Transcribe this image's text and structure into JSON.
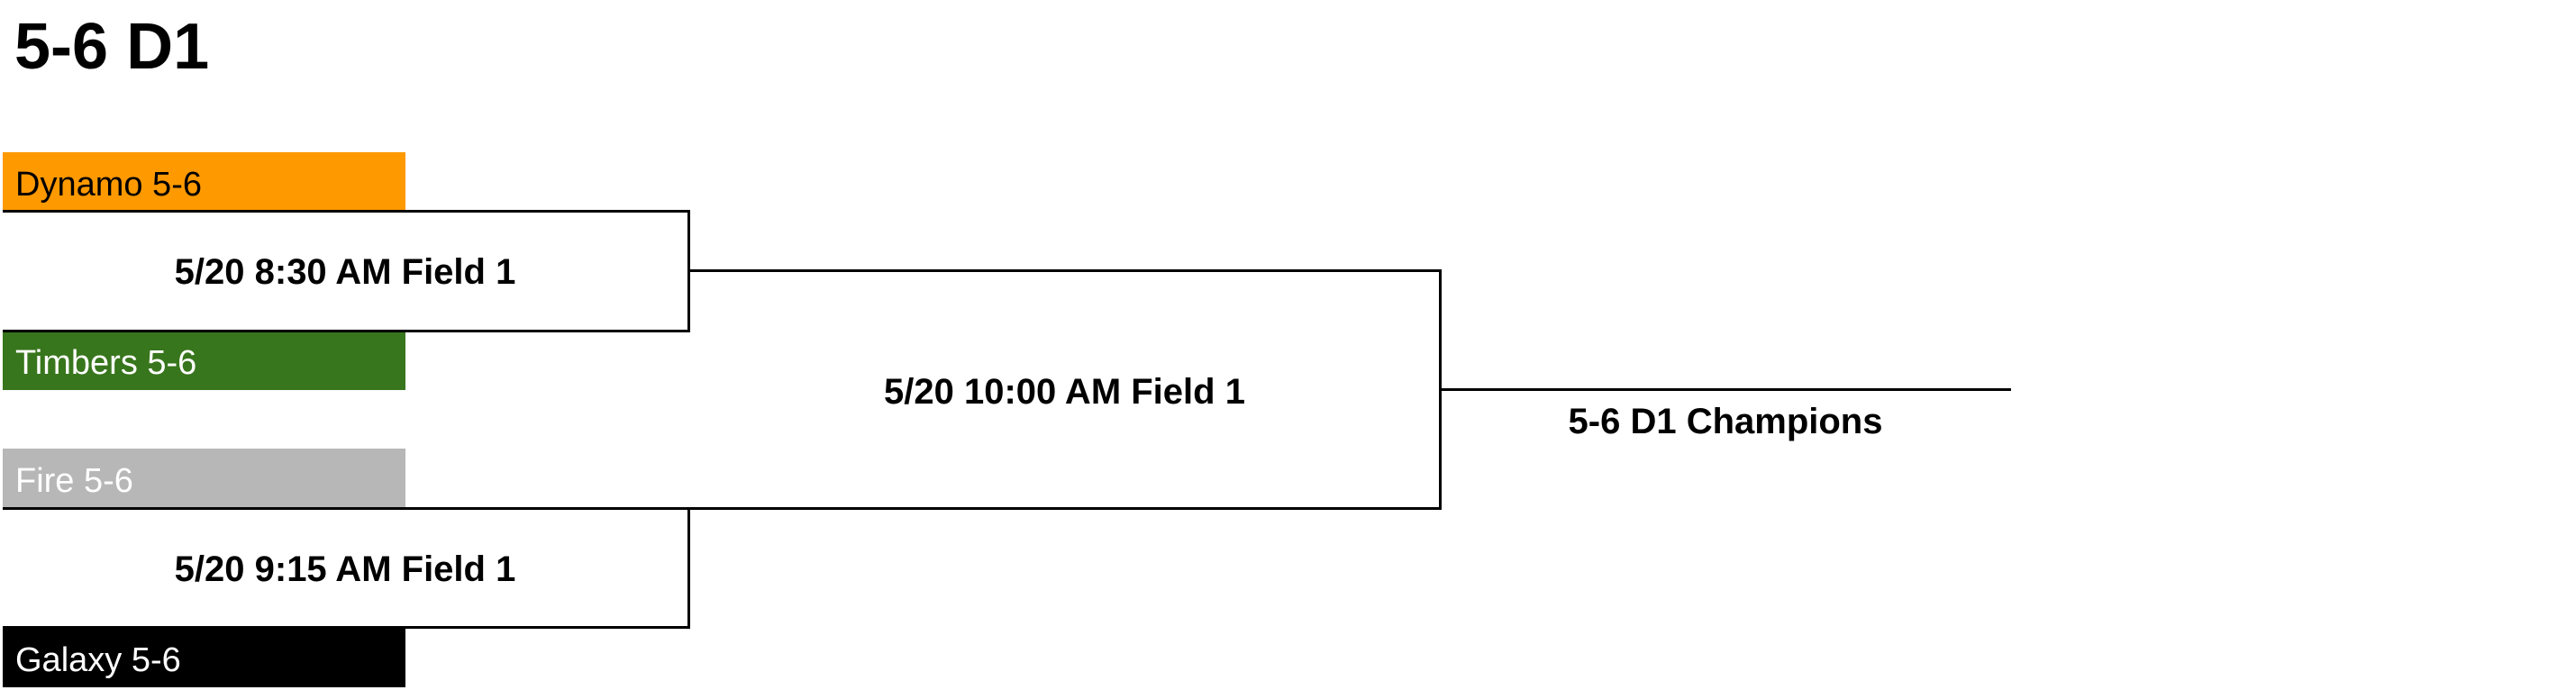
{
  "title": "5-6 D1",
  "round1": [
    {
      "top_team": {
        "name": "Dynamo 5-6",
        "bg": "#ff9900",
        "fg": "#000000"
      },
      "bottom_team": {
        "name": "Timbers 5-6",
        "bg": "#38761d",
        "fg": "#ffffff"
      },
      "game": "5/20 8:30 AM Field 1"
    },
    {
      "top_team": {
        "name": "Fire 5-6",
        "bg": "#b7b7b7",
        "fg": "#ffffff"
      },
      "bottom_team": {
        "name": "Galaxy 5-6",
        "bg": "#000000",
        "fg": "#ffffff"
      },
      "game": "5/20 9:15 AM Field 1"
    }
  ],
  "final": {
    "game": "5/20 10:00 AM Field 1"
  },
  "champion": {
    "label": "5-6 D1 Champions"
  }
}
